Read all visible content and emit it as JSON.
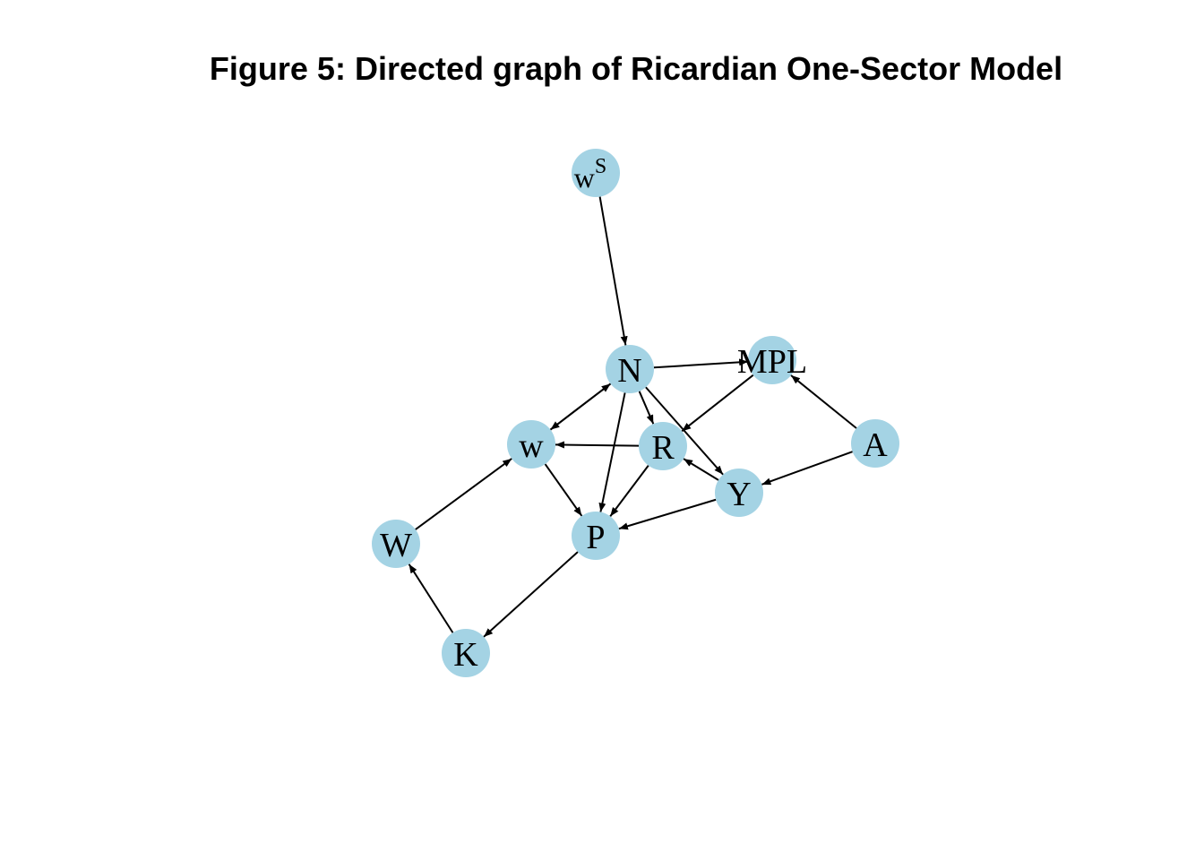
{
  "figure": {
    "title": "Figure 5: Directed graph of Ricardian One-Sector Model"
  },
  "colors": {
    "node_fill": "#a4d3e4",
    "edge": "#000000",
    "background": "#ffffff"
  },
  "nodes": [
    {
      "id": "wS",
      "label": "w",
      "superscript": "S"
    },
    {
      "id": "N",
      "label": "N"
    },
    {
      "id": "MPL",
      "label": "MPL"
    },
    {
      "id": "A",
      "label": "A"
    },
    {
      "id": "w",
      "label": "w"
    },
    {
      "id": "R",
      "label": "R"
    },
    {
      "id": "Y",
      "label": "Y"
    },
    {
      "id": "P",
      "label": "P"
    },
    {
      "id": "W",
      "label": "W"
    },
    {
      "id": "K",
      "label": "K"
    }
  ],
  "edges": [
    {
      "from": "wS",
      "to": "N"
    },
    {
      "from": "N",
      "to": "MPL"
    },
    {
      "from": "N",
      "to": "w"
    },
    {
      "from": "w",
      "to": "N"
    },
    {
      "from": "N",
      "to": "R"
    },
    {
      "from": "N",
      "to": "Y"
    },
    {
      "from": "N",
      "to": "P"
    },
    {
      "from": "MPL",
      "to": "R"
    },
    {
      "from": "A",
      "to": "MPL"
    },
    {
      "from": "A",
      "to": "Y"
    },
    {
      "from": "R",
      "to": "w"
    },
    {
      "from": "R",
      "to": "P"
    },
    {
      "from": "Y",
      "to": "R"
    },
    {
      "from": "Y",
      "to": "P"
    },
    {
      "from": "w",
      "to": "P"
    },
    {
      "from": "P",
      "to": "K"
    },
    {
      "from": "K",
      "to": "W"
    },
    {
      "from": "W",
      "to": "w"
    }
  ]
}
